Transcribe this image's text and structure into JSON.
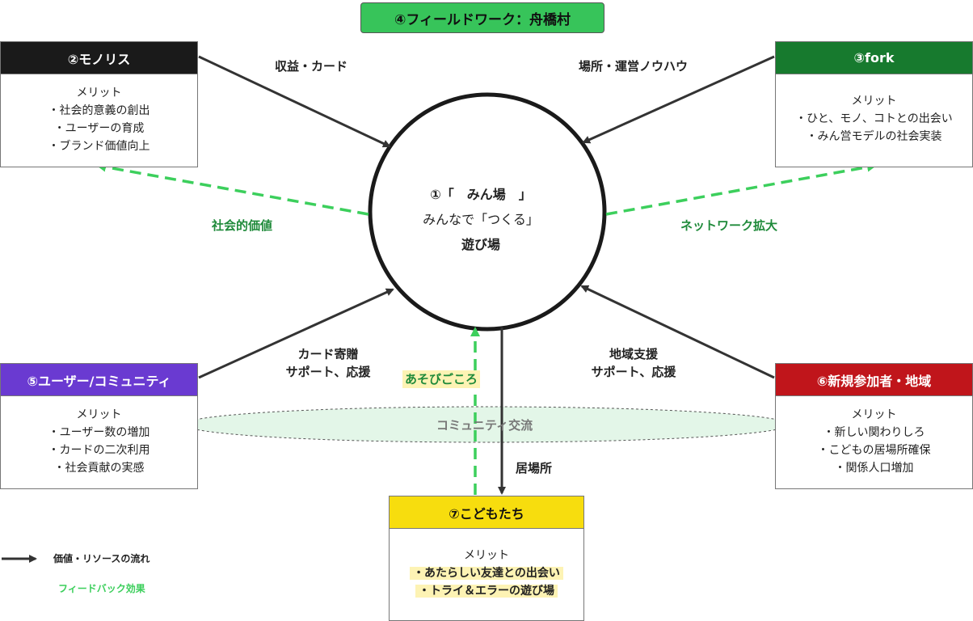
{
  "title": "④フィールドワーク：舟橋村",
  "center": {
    "line1": "①「　みん場　」",
    "line2": "みんなで「つくる」",
    "line3": "遊び場"
  },
  "nodes": {
    "monoris": {
      "header": "②モノリス",
      "color": "#1a1a1a",
      "text_color": "#ffffff",
      "items": [
        "メリット",
        "・社会的意義の創出",
        "・ユーザーの育成",
        "・ブランド価値向上"
      ]
    },
    "fork": {
      "header": "③fork",
      "color": "#177a2e",
      "text_color": "#ffffff",
      "items": [
        "メリット",
        "・ひと、モノ、コトとの出会い",
        "・みん営モデルの社会実装"
      ]
    },
    "users": {
      "header": "⑤ユーザー/コミュニティ",
      "color": "#6a3ad1",
      "text_color": "#ffffff",
      "items": [
        "メリット",
        "・ユーザー数の増加",
        "・カードの二次利用",
        "・社会貢献の実感"
      ]
    },
    "newcomers": {
      "header": "⑥新規参加者・地域",
      "color": "#c0151b",
      "text_color": "#ffffff",
      "items": [
        "メリット",
        "・新しい関わりしろ",
        "・こどもの居場所確保",
        "・関係人口増加"
      ]
    },
    "kids": {
      "header": "⑦こどもたち",
      "color": "#f7dd0e",
      "text_color": "#111111",
      "items": [
        "メリット",
        "・あたらしい友達との出会い",
        "・トライ＆エラーの遊び場"
      ]
    }
  },
  "edges": {
    "monoris_in": "収益・カード",
    "fork_in": "場所・運営ノウハウ",
    "feedback_monoris": "社会的価値",
    "feedback_fork": "ネットワーク拡大",
    "users_in_1": "カード寄贈",
    "users_in_2": "サポート、応援",
    "newcomers_in_1": "地域支援",
    "newcomers_in_2": "サポート、応援",
    "kids_feedback": "あそびごころ",
    "to_kids": "居場所",
    "community": "コミュニティ交流"
  },
  "legend": {
    "flow": "価値・リソースの流れ",
    "feedback": "フィードバック効果"
  },
  "colors": {
    "arrow": "#333333",
    "feedback": "#3ccf5c",
    "community_fill": "#e3f6e8"
  }
}
